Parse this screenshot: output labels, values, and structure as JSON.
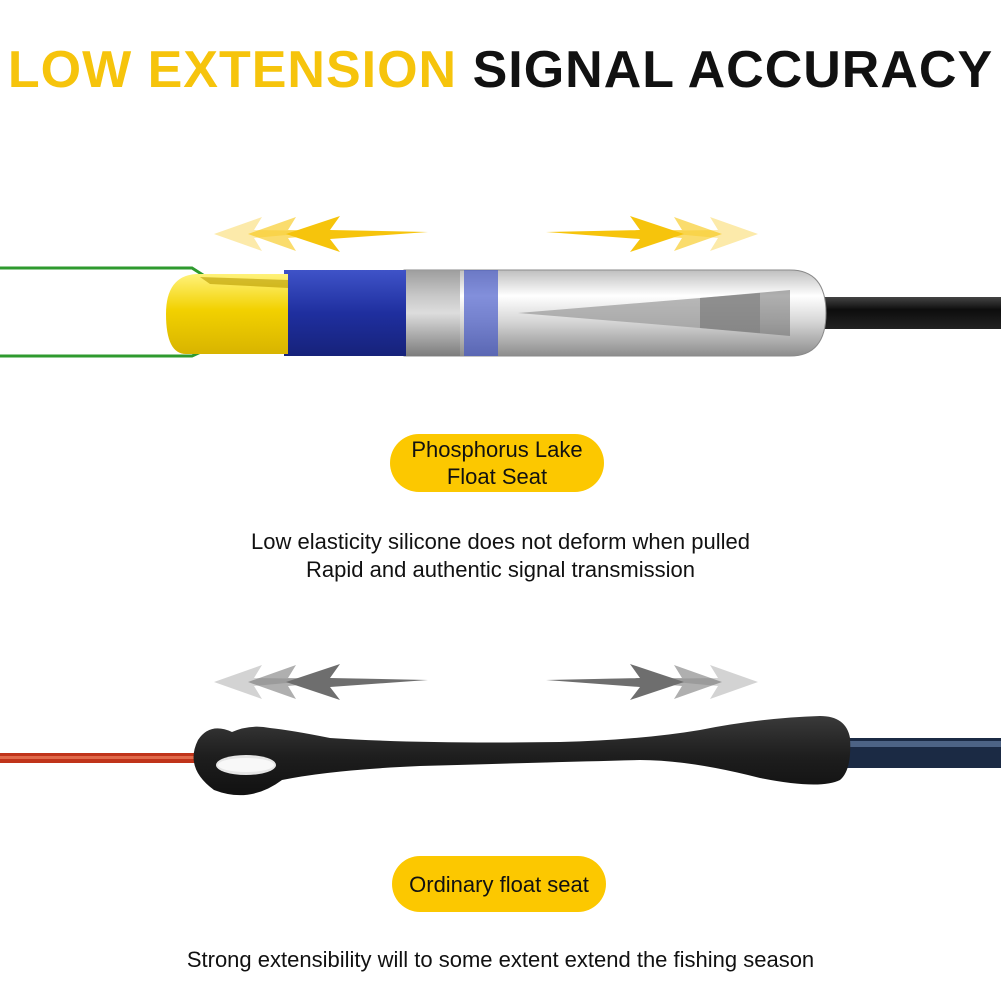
{
  "headline": {
    "part_highlight": "LOW EXTENSION",
    "part_dark": "SIGNAL ACCURACY",
    "highlight_color": "#f6c40c",
    "dark_color": "#111111"
  },
  "upper_product": {
    "label_line1": "Phosphorus Lake",
    "label_line2": "Float Seat",
    "caption_line1": "Low elasticity silicone does not deform when pulled",
    "caption_line2": "Rapid and authentic signal transmission",
    "arrow_color": "#f6c40c",
    "line_color": "#2e9a2e",
    "cap_color": "#f2d100",
    "band_color": "#1f2f9f"
  },
  "lower_product": {
    "label": "Ordinary float seat",
    "caption": "Strong extensibility will to some extent extend the fishing season",
    "arrow_color": "#6e6e6e",
    "line_color": "#c0341a",
    "body_color": "#222222"
  },
  "pill_color": "#fcc800"
}
